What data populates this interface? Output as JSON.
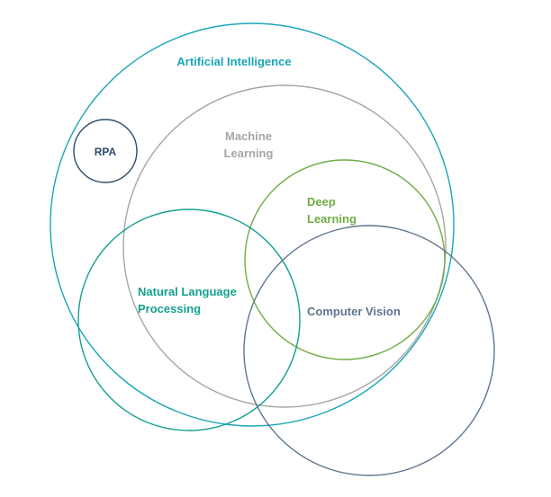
{
  "diagram": {
    "colors": {
      "artificial_intelligence": "#1AA5B8",
      "machine_learning": "#A6A6A6",
      "deep_learning": "#70AD47",
      "natural_language_processing": "#14A090",
      "computer_vision": "#5E7690",
      "rpa": "#2E4D6B"
    },
    "labels": {
      "artificial_intelligence": "Artificial Intelligence",
      "rpa": "RPA",
      "machine_learning_line1": "Machine",
      "machine_learning_line2": "Learning",
      "deep_learning_line1": "Deep",
      "deep_learning_line2": "Learning",
      "nlp_line1": "Natural Language",
      "nlp_line2": "Processing",
      "computer_vision": "Computer Vision"
    }
  }
}
